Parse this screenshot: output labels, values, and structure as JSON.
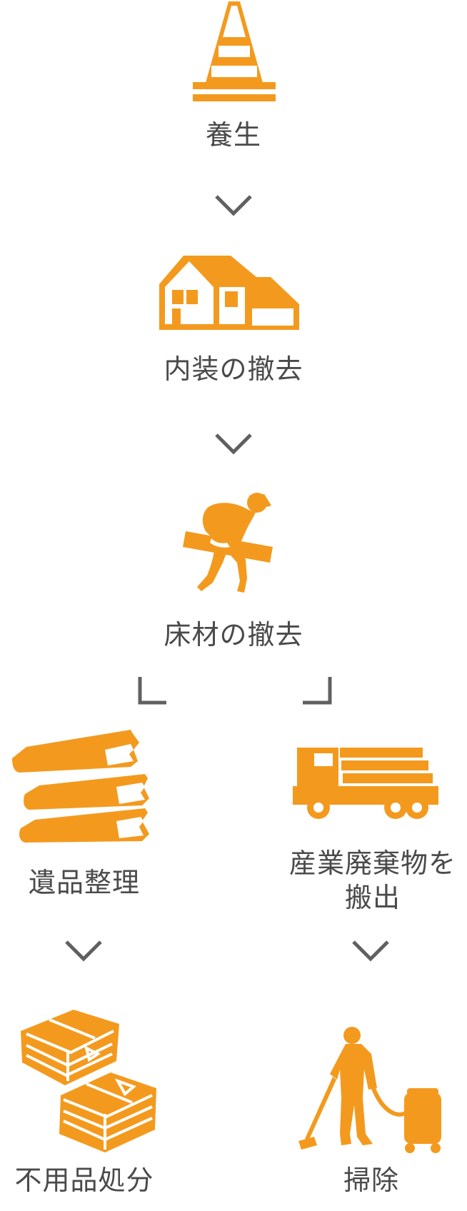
{
  "colors": {
    "accent": "#f39a1e",
    "text": "#4a4a4a",
    "arrow": "#606060"
  },
  "steps": {
    "protection": {
      "label": "養生",
      "icon": "traffic-cone-icon"
    },
    "interior_removal": {
      "label": "内装の撤去",
      "icon": "house-icon"
    },
    "flooring_removal": {
      "label": "床材の撤去",
      "icon": "worker-carrying-board-icon"
    },
    "belongings_sorting": {
      "label": "遺品整理",
      "icon": "books-stack-icon"
    },
    "industrial_waste": {
      "label": "産業廃棄物を\n搬出",
      "icon": "truck-icon"
    },
    "unwanted_disposal": {
      "label": "不用品処分",
      "icon": "tied-bundles-icon"
    },
    "cleaning": {
      "label": "掃除",
      "icon": "vacuum-cleaning-icon"
    }
  }
}
